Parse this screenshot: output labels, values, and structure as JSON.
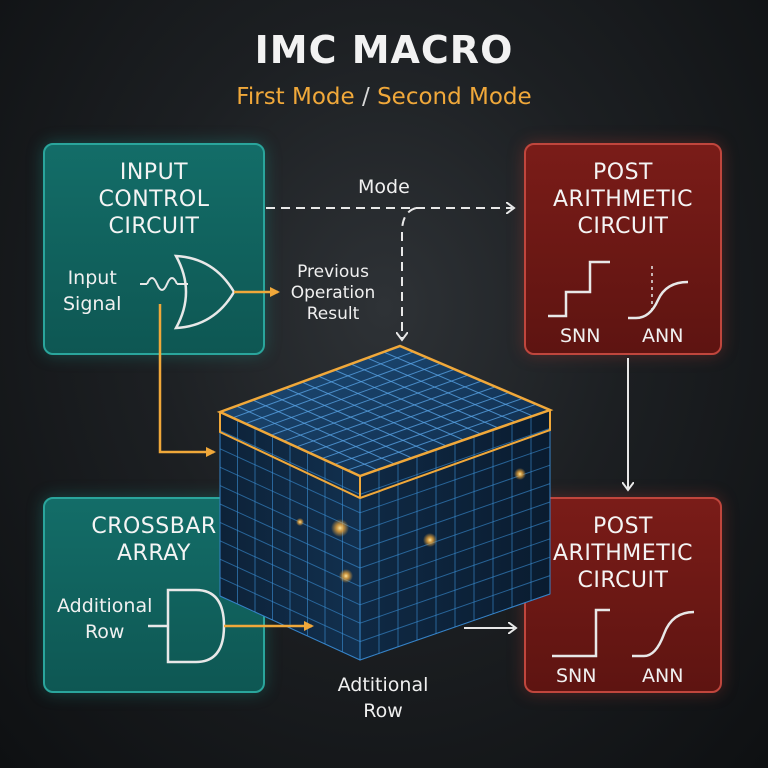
{
  "title": "IMC MACRO",
  "subtitle": {
    "first": "First Mode",
    "separator": " / ",
    "second": "Second Mode"
  },
  "input_control": {
    "title_line1": "INPUT",
    "title_line2": "CONTROL",
    "title_line3": "CIRCUIT",
    "input_label_line1": "Input",
    "input_label_line2": "Signal"
  },
  "previous_result": {
    "line1": "Previous",
    "line2": "Operation",
    "line3": "Result"
  },
  "mode_label": "Mode",
  "post_top": {
    "title_line1": "POST",
    "title_line2": "ARITHMETIC",
    "title_line3": "CIRCUIT",
    "snn": "SNN",
    "ann": "ANN"
  },
  "crossbar": {
    "title_line1": "CROSSBAR",
    "title_line2": "ARRAY",
    "row_label_line1": "Additional",
    "row_label_line2": "Row"
  },
  "bottom_label": {
    "line1": "Adtitional",
    "line2": "Row"
  },
  "post_bottom": {
    "title_line1": "POST",
    "title_line2": "ARITHMETIC",
    "title_line3": "CIRCUIT",
    "snn": "SNN",
    "ann": "ANN"
  },
  "colors": {
    "accent_orange": "#f0a83a",
    "teal_box": "#136d68",
    "red_box": "#7a1c18",
    "grid_blue": "#3a8fd6"
  }
}
